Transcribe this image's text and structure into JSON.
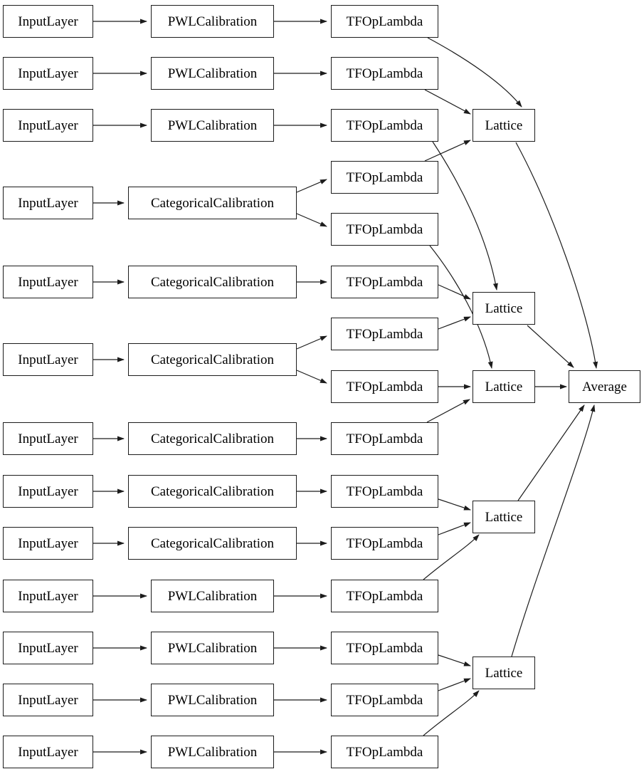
{
  "diagram": {
    "type": "model-architecture-graph",
    "colors": {
      "background": "#ffffff",
      "node_fill": "#ffffff",
      "node_border": "#1c1c1c",
      "edge": "#1c1c1c",
      "text": "#000000"
    },
    "nodes": [
      {
        "id": "in1",
        "type": "input-layer",
        "label": "InputLayer"
      },
      {
        "id": "in2",
        "type": "input-layer",
        "label": "InputLayer"
      },
      {
        "id": "in3",
        "type": "input-layer",
        "label": "InputLayer"
      },
      {
        "id": "in4",
        "type": "input-layer",
        "label": "InputLayer"
      },
      {
        "id": "in5",
        "type": "input-layer",
        "label": "InputLayer"
      },
      {
        "id": "in6",
        "type": "input-layer",
        "label": "InputLayer"
      },
      {
        "id": "in7",
        "type": "input-layer",
        "label": "InputLayer"
      },
      {
        "id": "in8",
        "type": "input-layer",
        "label": "InputLayer"
      },
      {
        "id": "in9",
        "type": "input-layer",
        "label": "InputLayer"
      },
      {
        "id": "in10",
        "type": "input-layer",
        "label": "InputLayer"
      },
      {
        "id": "in11",
        "type": "input-layer",
        "label": "InputLayer"
      },
      {
        "id": "in12",
        "type": "input-layer",
        "label": "InputLayer"
      },
      {
        "id": "in13",
        "type": "input-layer",
        "label": "InputLayer"
      },
      {
        "id": "cal1",
        "type": "pwl-calibration",
        "label": "PWLCalibration"
      },
      {
        "id": "cal2",
        "type": "pwl-calibration",
        "label": "PWLCalibration"
      },
      {
        "id": "cal3",
        "type": "pwl-calibration",
        "label": "PWLCalibration"
      },
      {
        "id": "cal4",
        "type": "categorical-calibration",
        "label": "CategoricalCalibration"
      },
      {
        "id": "cal5",
        "type": "categorical-calibration",
        "label": "CategoricalCalibration"
      },
      {
        "id": "cal6",
        "type": "categorical-calibration",
        "label": "CategoricalCalibration"
      },
      {
        "id": "cal7",
        "type": "categorical-calibration",
        "label": "CategoricalCalibration"
      },
      {
        "id": "cal8",
        "type": "categorical-calibration",
        "label": "CategoricalCalibration"
      },
      {
        "id": "cal9",
        "type": "categorical-calibration",
        "label": "CategoricalCalibration"
      },
      {
        "id": "cal10",
        "type": "pwl-calibration",
        "label": "PWLCalibration"
      },
      {
        "id": "cal11",
        "type": "pwl-calibration",
        "label": "PWLCalibration"
      },
      {
        "id": "cal12",
        "type": "pwl-calibration",
        "label": "PWLCalibration"
      },
      {
        "id": "cal13",
        "type": "pwl-calibration",
        "label": "PWLCalibration"
      },
      {
        "id": "tf1",
        "type": "tfop-lambda",
        "label": "TFOpLambda"
      },
      {
        "id": "tf2",
        "type": "tfop-lambda",
        "label": "TFOpLambda"
      },
      {
        "id": "tf3",
        "type": "tfop-lambda",
        "label": "TFOpLambda"
      },
      {
        "id": "tf4",
        "type": "tfop-lambda",
        "label": "TFOpLambda"
      },
      {
        "id": "tf5",
        "type": "tfop-lambda",
        "label": "TFOpLambda"
      },
      {
        "id": "tf6",
        "type": "tfop-lambda",
        "label": "TFOpLambda"
      },
      {
        "id": "tf7",
        "type": "tfop-lambda",
        "label": "TFOpLambda"
      },
      {
        "id": "tf8",
        "type": "tfop-lambda",
        "label": "TFOpLambda"
      },
      {
        "id": "tf9",
        "type": "tfop-lambda",
        "label": "TFOpLambda"
      },
      {
        "id": "tf10",
        "type": "tfop-lambda",
        "label": "TFOpLambda"
      },
      {
        "id": "tf11",
        "type": "tfop-lambda",
        "label": "TFOpLambda"
      },
      {
        "id": "tf12",
        "type": "tfop-lambda",
        "label": "TFOpLambda"
      },
      {
        "id": "tf13",
        "type": "tfop-lambda",
        "label": "TFOpLambda"
      },
      {
        "id": "tf14",
        "type": "tfop-lambda",
        "label": "TFOpLambda"
      },
      {
        "id": "tf15",
        "type": "tfop-lambda",
        "label": "TFOpLambda"
      },
      {
        "id": "lat1",
        "type": "lattice",
        "label": "Lattice"
      },
      {
        "id": "lat2",
        "type": "lattice",
        "label": "Lattice"
      },
      {
        "id": "lat3",
        "type": "lattice",
        "label": "Lattice"
      },
      {
        "id": "lat4",
        "type": "lattice",
        "label": "Lattice"
      },
      {
        "id": "lat5",
        "type": "lattice",
        "label": "Lattice"
      },
      {
        "id": "avg",
        "type": "average",
        "label": "Average"
      }
    ],
    "edges": [
      {
        "from": "in1",
        "to": "cal1"
      },
      {
        "from": "in2",
        "to": "cal2"
      },
      {
        "from": "in3",
        "to": "cal3"
      },
      {
        "from": "in4",
        "to": "cal4"
      },
      {
        "from": "in5",
        "to": "cal5"
      },
      {
        "from": "in6",
        "to": "cal6"
      },
      {
        "from": "in7",
        "to": "cal7"
      },
      {
        "from": "in8",
        "to": "cal8"
      },
      {
        "from": "in9",
        "to": "cal9"
      },
      {
        "from": "in10",
        "to": "cal10"
      },
      {
        "from": "in11",
        "to": "cal11"
      },
      {
        "from": "in12",
        "to": "cal12"
      },
      {
        "from": "in13",
        "to": "cal13"
      },
      {
        "from": "cal1",
        "to": "tf1"
      },
      {
        "from": "cal2",
        "to": "tf2"
      },
      {
        "from": "cal3",
        "to": "tf3"
      },
      {
        "from": "cal4",
        "to": "tf4"
      },
      {
        "from": "cal4",
        "to": "tf5"
      },
      {
        "from": "cal5",
        "to": "tf6"
      },
      {
        "from": "cal6",
        "to": "tf7"
      },
      {
        "from": "cal6",
        "to": "tf8"
      },
      {
        "from": "cal7",
        "to": "tf9"
      },
      {
        "from": "cal8",
        "to": "tf10"
      },
      {
        "from": "cal9",
        "to": "tf11"
      },
      {
        "from": "cal10",
        "to": "tf12"
      },
      {
        "from": "cal11",
        "to": "tf13"
      },
      {
        "from": "cal12",
        "to": "tf14"
      },
      {
        "from": "cal13",
        "to": "tf15"
      },
      {
        "from": "tf1",
        "to": "lat1"
      },
      {
        "from": "tf2",
        "to": "lat1"
      },
      {
        "from": "tf4",
        "to": "lat1"
      },
      {
        "from": "tf3",
        "to": "lat2"
      },
      {
        "from": "tf6",
        "to": "lat2"
      },
      {
        "from": "tf7",
        "to": "lat2"
      },
      {
        "from": "tf5",
        "to": "lat3"
      },
      {
        "from": "tf8",
        "to": "lat3"
      },
      {
        "from": "tf9",
        "to": "lat3"
      },
      {
        "from": "tf10",
        "to": "lat4"
      },
      {
        "from": "tf11",
        "to": "lat4"
      },
      {
        "from": "tf12",
        "to": "lat4"
      },
      {
        "from": "tf13",
        "to": "lat5"
      },
      {
        "from": "tf14",
        "to": "lat5"
      },
      {
        "from": "tf15",
        "to": "lat5"
      },
      {
        "from": "lat1",
        "to": "avg"
      },
      {
        "from": "lat2",
        "to": "avg"
      },
      {
        "from": "lat3",
        "to": "avg"
      },
      {
        "from": "lat4",
        "to": "avg"
      },
      {
        "from": "lat5",
        "to": "avg"
      }
    ]
  }
}
